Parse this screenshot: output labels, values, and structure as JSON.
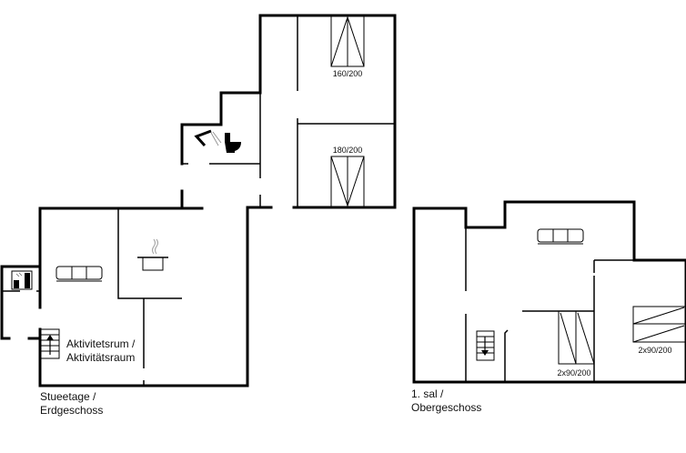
{
  "ground_floor": {
    "label_line1": "Stueetage /",
    "label_line2": "Erdgeschoss",
    "room_label_line1": "Aktivitetsrum /",
    "room_label_line2": "Aktivitätsraum",
    "bed_1": "160/200",
    "bed_2": "180/200",
    "icons": [
      "sofa-icon",
      "cooking-pot-icon",
      "shower-icon",
      "toilet-icon",
      "stairs-up-icon",
      "washer-icon"
    ]
  },
  "upper_floor": {
    "label_line1": "1. sal /",
    "label_line2": "Obergeschoss",
    "bed_1": "2x90/200",
    "bed_2": "2x90/200",
    "icons": [
      "sofa-icon",
      "stairs-down-icon"
    ]
  }
}
